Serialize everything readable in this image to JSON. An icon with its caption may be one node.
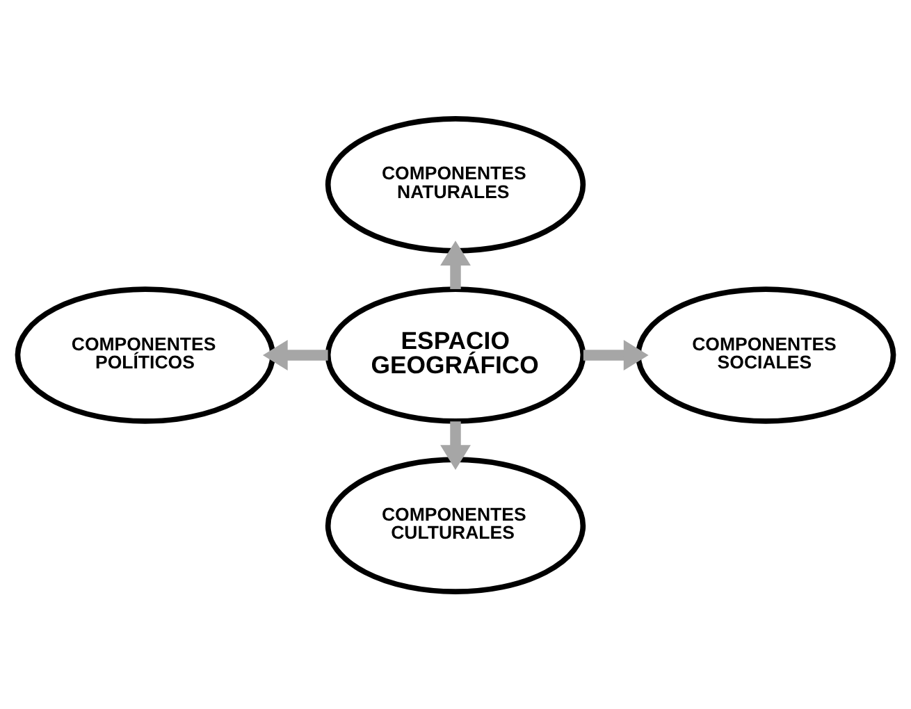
{
  "diagram": {
    "nodes": [
      {
        "text": [
          "ESPACIO GEOGRÁFICO"
        ]
      },
      {
        "text": [
          "COMPONENTES NATURALES"
        ]
      },
      {
        "text": [
          "COMPONENTES POLÍTICOS"
        ]
      },
      {
        "text": [
          "COMPONENTES SOCIALES"
        ]
      },
      {
        "text": [
          "COMPONENTES CULTURALES"
        ]
      }
    ],
    "edges": [
      {
        "from": 0,
        "to": 1,
        "arrow": "to"
      },
      {
        "from": 0,
        "to": 2,
        "arrow": "to"
      },
      {
        "from": 0,
        "to": 3,
        "arrow": "to"
      },
      {
        "from": 0,
        "to": 4,
        "arrow": "to"
      }
    ]
  }
}
